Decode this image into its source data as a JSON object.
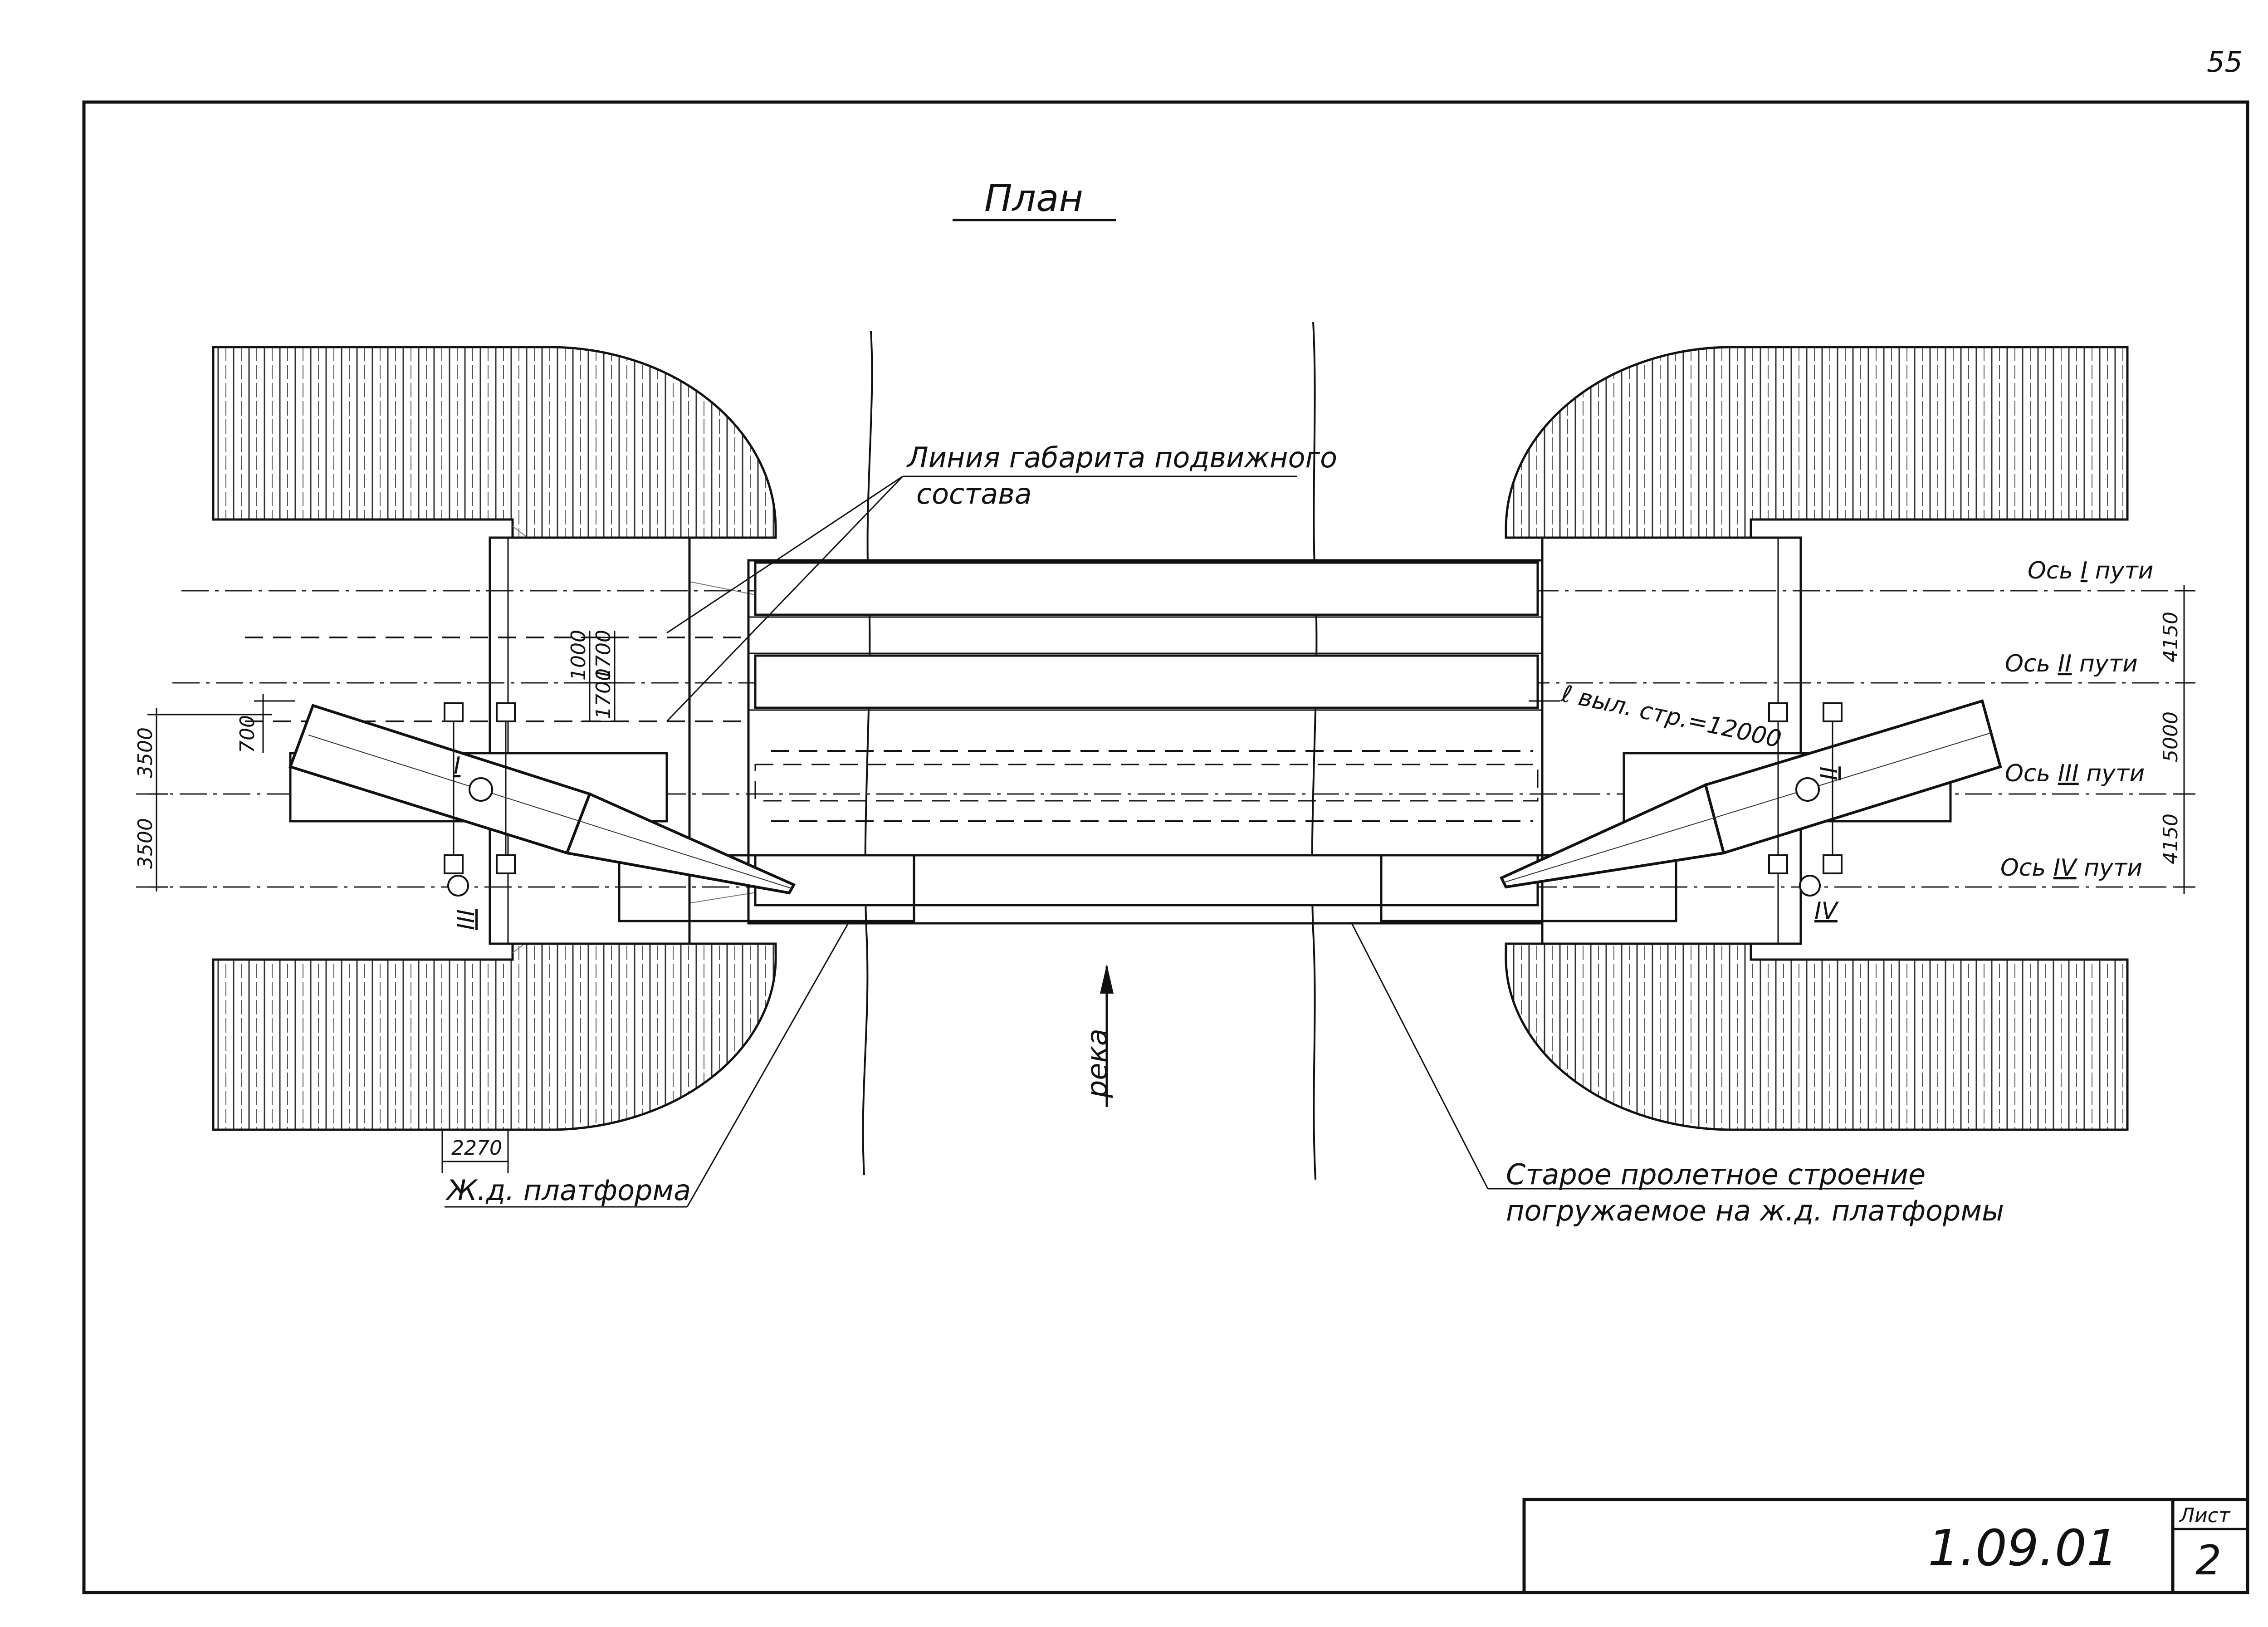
{
  "page_number": "55",
  "title": "План",
  "labels": {
    "gauge_line_1": "Линия габарита подвижного",
    "gauge_line_2": "состава",
    "old_span_1": "Старое пролетное строение",
    "old_span_2": "погружаемое на ж.д. платформы",
    "platform": "Ж.д. платформа",
    "river": "река",
    "boom_reach": "ℓ выл. стр.=12000"
  },
  "axes": [
    {
      "prefix": "Ось",
      "roman": "I",
      "suffix": "пути"
    },
    {
      "prefix": "Ось",
      "roman": "II",
      "suffix": "пути"
    },
    {
      "prefix": "Ось",
      "roman": "III",
      "suffix": "пути"
    },
    {
      "prefix": "Ось",
      "roman": "IV",
      "suffix": "пути"
    }
  ],
  "dimensions": {
    "right_1": "4150",
    "right_2": "5000",
    "right_3": "4150",
    "left_1": "3500",
    "left_2": "3500",
    "left_700": "700",
    "mid_1000": "1000",
    "mid_1700a": "1700",
    "mid_1700b": "1700",
    "bottom_2270": "2270"
  },
  "crane_marks": {
    "left_1": "I",
    "left_2": "III",
    "right_1": "II",
    "right_2": "IV"
  },
  "stamp": {
    "code": "1.09.01",
    "sheet_label": "Лист",
    "sheet_number": "2"
  }
}
